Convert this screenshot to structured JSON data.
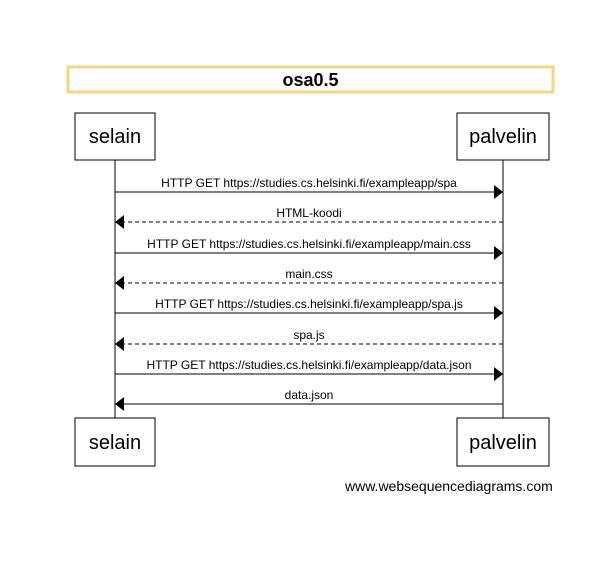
{
  "title": "osa0.5",
  "actors": {
    "left": "selain",
    "right": "palvelin"
  },
  "messages": [
    {
      "text": "HTTP GET https://studies.cs.helsinki.fi/exampleapp/spa",
      "direction": "right",
      "style": "solid"
    },
    {
      "text": "HTML-koodi",
      "direction": "left",
      "style": "dashed"
    },
    {
      "text": "HTTP GET https://studies.cs.helsinki.fi/exampleapp/main.css",
      "direction": "right",
      "style": "solid"
    },
    {
      "text": "main.css",
      "direction": "left",
      "style": "dashed"
    },
    {
      "text": "HTTP GET https://studies.cs.helsinki.fi/exampleapp/spa.js",
      "direction": "right",
      "style": "solid"
    },
    {
      "text": "spa.js",
      "direction": "left",
      "style": "dashed"
    },
    {
      "text": "HTTP GET https://studies.cs.helsinki.fi/exampleapp/data.json",
      "direction": "right",
      "style": "solid"
    },
    {
      "text": "data.json",
      "direction": "left",
      "style": "solid"
    }
  ],
  "watermark": "www.websequencediagrams.com",
  "colors": {
    "title_border": "#f6d57c",
    "line": "#000000"
  }
}
